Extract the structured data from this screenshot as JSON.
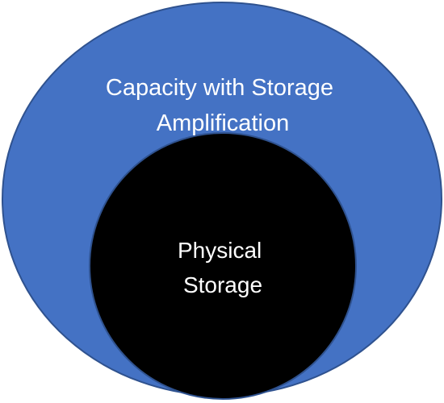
{
  "diagram": {
    "outer": {
      "label_lines": [
        "Capacity with Storage",
        "Amplification"
      ],
      "fill": "#4472c4",
      "stroke": "#2f528f"
    },
    "inner": {
      "label_lines": [
        "Physical",
        "Storage"
      ],
      "fill": "#000000",
      "stroke": "#2f528f"
    }
  }
}
